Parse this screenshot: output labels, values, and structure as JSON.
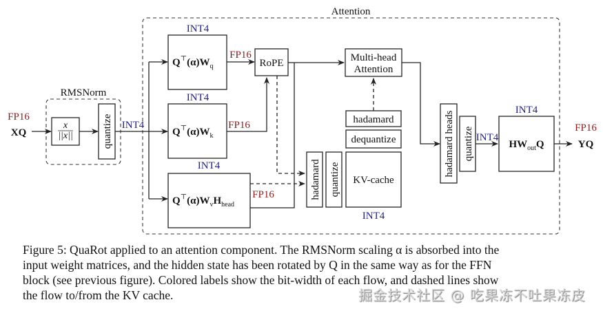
{
  "diagram": {
    "groups": {
      "attention": "Attention",
      "rmsnorm": "RMSNorm"
    },
    "input": {
      "name": "XQ",
      "precision": "FP16"
    },
    "output": {
      "name": "YQ",
      "precision": "FP16"
    },
    "rmsnorm": {
      "norm_numerator": "x",
      "norm_denominator": "||x||",
      "quantize": "quantize",
      "out_precision": "INT4"
    },
    "projections": {
      "q": {
        "main": "Q",
        "sup": "⊤",
        "mid": "(α)W",
        "sub": "q",
        "in_precision": "INT4",
        "out_precision": "FP16"
      },
      "k": {
        "main": "Q",
        "sup": "⊤",
        "mid": "(α)W",
        "sub": "k",
        "in_precision": "INT4",
        "out_precision": "FP16"
      },
      "v": {
        "main": "Q",
        "sup": "⊤",
        "mid": "(α)W",
        "sub": "v",
        "tail": "H",
        "tail_sub": "head",
        "in_precision": "INT4",
        "out_precision": "FP16"
      }
    },
    "rope": "RoPE",
    "mha": {
      "line1": "Multi-head",
      "line2": "Attention"
    },
    "kv_path": {
      "hadamard_in": "hadamard",
      "quantize_in": "quantize",
      "kv_cache": "KV-cache",
      "kv_precision": "INT4",
      "dequantize": "dequantize",
      "hadamard_out": "hadamard"
    },
    "output_path": {
      "hadamard_heads": "hadamard heads",
      "quantize": "quantize",
      "quant_precision": "INT4",
      "out_proj": {
        "main": "HW",
        "sub": "out",
        "tail": "Q"
      },
      "out_proj_precision": "INT4"
    }
  },
  "caption": {
    "lines": [
      "Figure 5: QuaRot applied to an attention component. The RMSNorm scaling α is absorbed into the",
      "input weight matrices, and the hidden state has been rotated by Q in the same way as for the FFN",
      "block (see previous figure). Colored labels show the bit-width of each flow, and dashed lines show",
      "the flow to/from the KV cache."
    ]
  },
  "watermark": "掘金技术社区 @ 吃果冻不吐果冻皮",
  "colors": {
    "int4": "#1f1f8f",
    "fp16": "#8b1a1a"
  }
}
